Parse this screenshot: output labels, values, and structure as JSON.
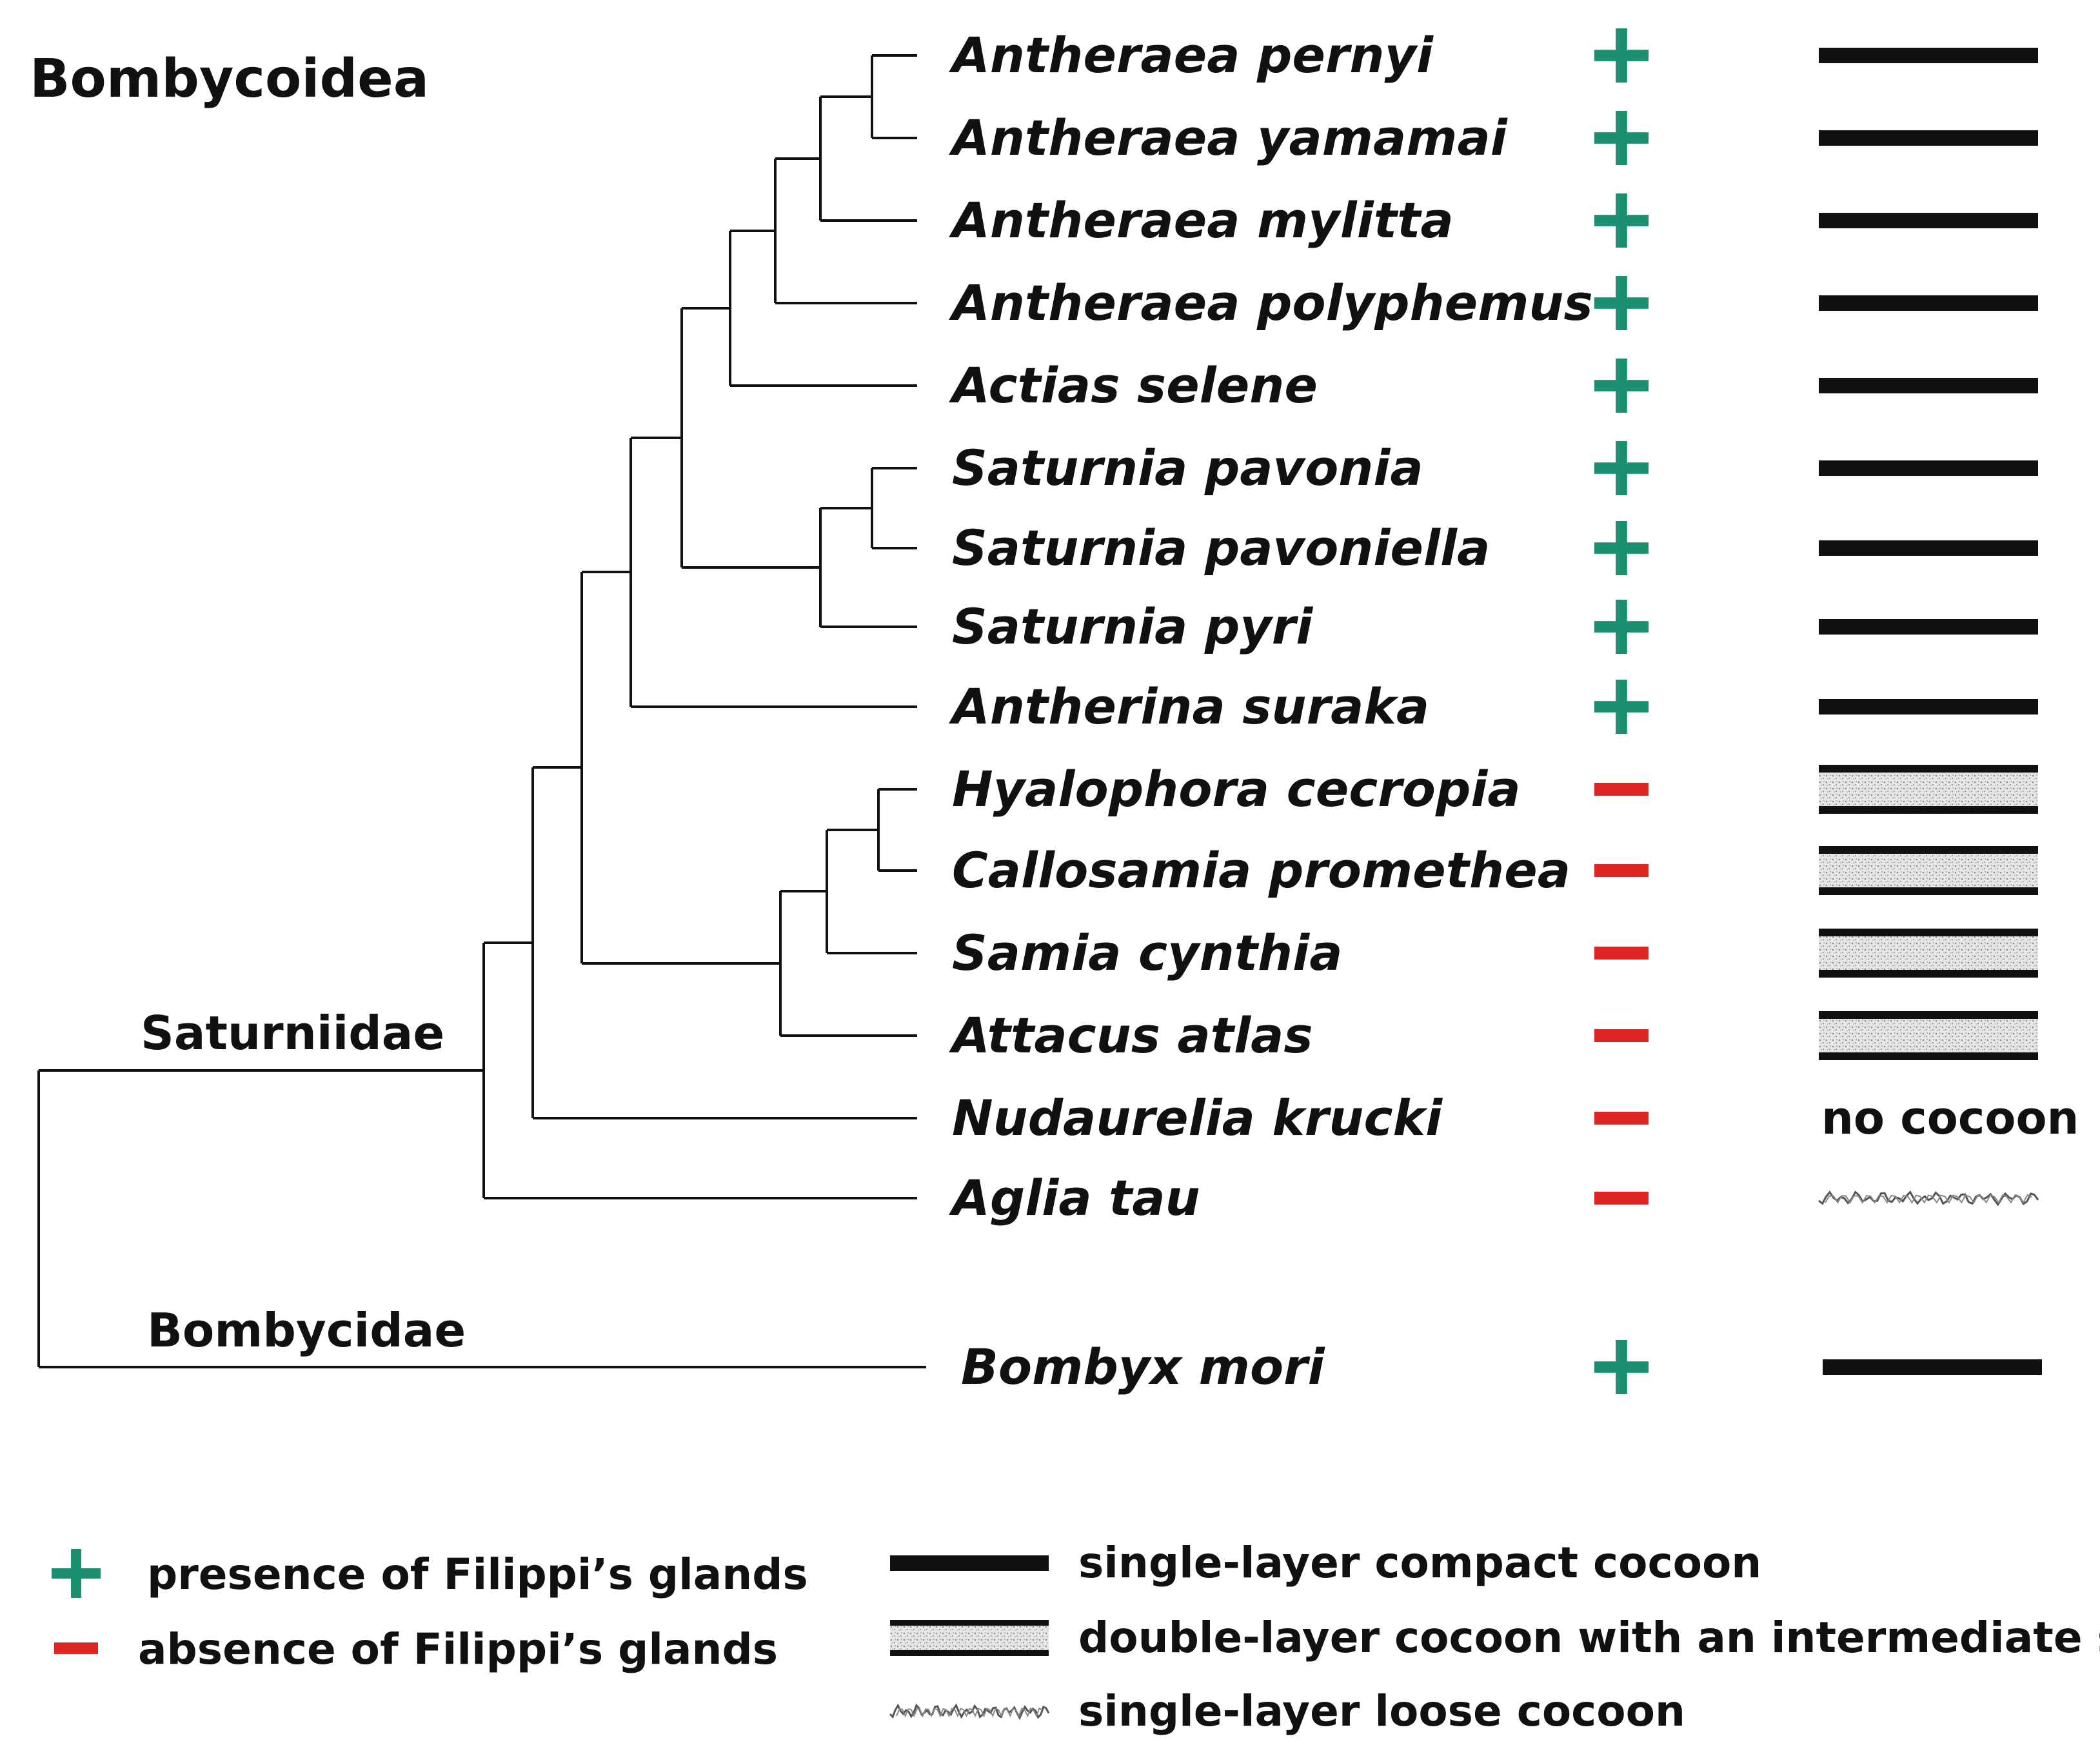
{
  "superfamily": "Bombycoidea",
  "clades": {
    "saturniidae": "Saturniidae",
    "bombycidae": "Bombycidae"
  },
  "colors": {
    "presence": "#1a9070",
    "absence": "#e02525",
    "ink": "#111111"
  },
  "taxa": [
    {
      "name": "Antheraea pernyi",
      "glands": "presence",
      "cocoon": "single-compact"
    },
    {
      "name": "Antheraea yamamai",
      "glands": "presence",
      "cocoon": "single-compact"
    },
    {
      "name": "Antheraea mylitta",
      "glands": "presence",
      "cocoon": "single-compact"
    },
    {
      "name": "Antheraea polyphemus",
      "glands": "presence",
      "cocoon": "single-compact"
    },
    {
      "name": "Actias selene",
      "glands": "presence",
      "cocoon": "single-compact"
    },
    {
      "name": "Saturnia pavonia",
      "glands": "presence",
      "cocoon": "single-compact"
    },
    {
      "name": "Saturnia pavoniella",
      "glands": "presence",
      "cocoon": "single-compact"
    },
    {
      "name": "Saturnia pyri",
      "glands": "presence",
      "cocoon": "single-compact"
    },
    {
      "name": "Antherina suraka",
      "glands": "presence",
      "cocoon": "single-compact"
    },
    {
      "name": "Hyalophora cecropia",
      "glands": "absence",
      "cocoon": "double-layer"
    },
    {
      "name": "Callosamia promethea",
      "glands": "absence",
      "cocoon": "double-layer"
    },
    {
      "name": "Samia cynthia",
      "glands": "absence",
      "cocoon": "double-layer"
    },
    {
      "name": "Attacus atlas",
      "glands": "absence",
      "cocoon": "double-layer"
    },
    {
      "name": "Nudaurelia krucki",
      "glands": "absence",
      "cocoon": "none",
      "cocoon_text": "no cocoon"
    },
    {
      "name": "Aglia tau",
      "glands": "absence",
      "cocoon": "single-loose"
    },
    {
      "name": "Bombyx mori",
      "glands": "presence",
      "cocoon": "single-compact"
    }
  ],
  "legend": {
    "glands": [
      {
        "symbol": "presence",
        "label": "presence of Filippi’s glands"
      },
      {
        "symbol": "absence",
        "label": "absence of Filippi’s glands"
      }
    ],
    "cocoons": [
      {
        "symbol": "single-compact",
        "label": "single-layer compact cocoon"
      },
      {
        "symbol": "double-layer",
        "label": "double-layer cocoon with an intermediate space"
      },
      {
        "symbol": "single-loose",
        "label": "single-layer loose cocoon"
      }
    ]
  }
}
